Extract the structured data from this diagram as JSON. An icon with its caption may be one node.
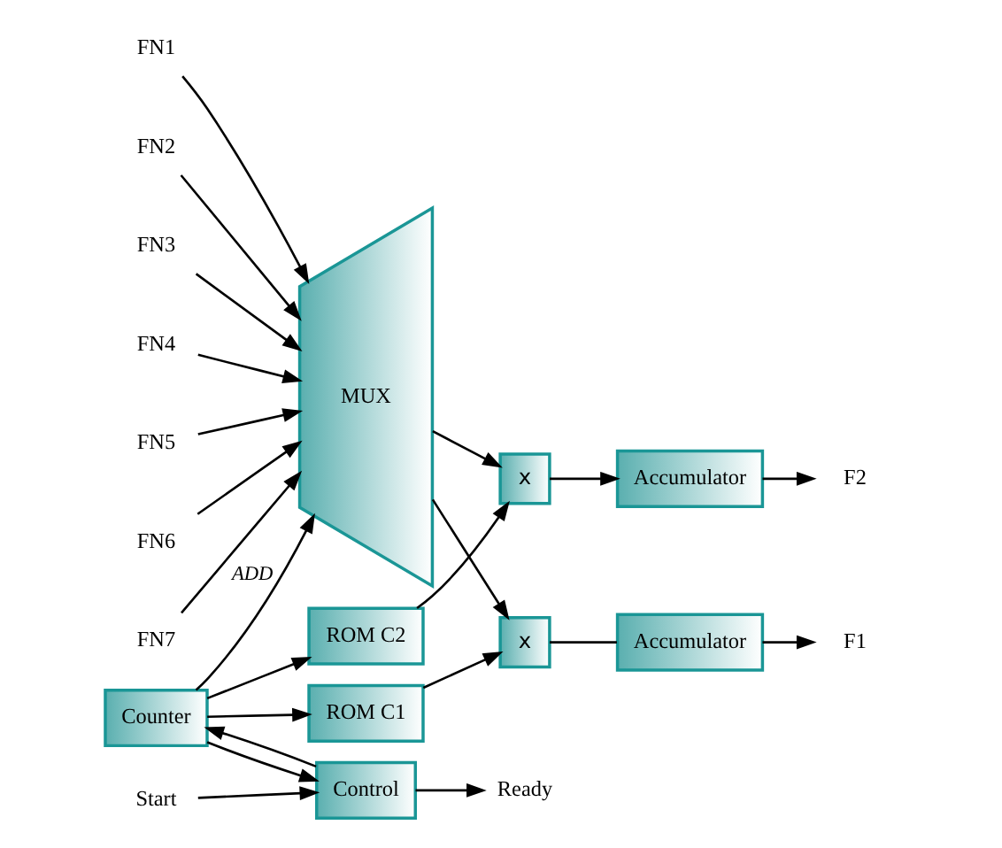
{
  "diagram": {
    "nodes": [
      {
        "text": [
          "FN1"
        ]
      },
      {
        "text": [
          "FN2"
        ]
      },
      {
        "text": [
          "FN3"
        ]
      },
      {
        "text": [
          "FN4"
        ]
      },
      {
        "text": [
          "FN5"
        ]
      },
      {
        "text": [
          "FN6"
        ]
      },
      {
        "text": [
          "FN7"
        ]
      },
      {
        "text": [
          "MUX"
        ]
      },
      {
        "text": [
          "x"
        ]
      },
      {
        "text": [
          "Accumulator"
        ]
      },
      {
        "text": [
          "F1"
        ]
      },
      {
        "text": [
          "x"
        ]
      },
      {
        "text": [
          "Accumulator"
        ]
      },
      {
        "text": [
          "F2"
        ]
      },
      {
        "text": [
          "ROM C1"
        ]
      },
      {
        "text": [
          "ROM C2"
        ]
      },
      {
        "text": [
          "Counter"
        ]
      },
      {
        "text": [
          "Control"
        ]
      },
      {
        "text": [
          "Start"
        ]
      },
      {
        "text": [
          "Ready"
        ]
      }
    ],
    "edges": [
      {
        "from": 0,
        "to": 7,
        "arrow": "to"
      },
      {
        "from": 1,
        "to": 7,
        "arrow": "to"
      },
      {
        "from": 2,
        "to": 7,
        "arrow": "to"
      },
      {
        "from": 3,
        "to": 7,
        "arrow": "to"
      },
      {
        "from": 4,
        "to": 7,
        "arrow": "to"
      },
      {
        "from": 5,
        "to": 7,
        "arrow": "to"
      },
      {
        "from": 6,
        "to": 7,
        "arrow": "to"
      },
      {
        "from": 7,
        "to": 8,
        "arrow": "to"
      },
      {
        "from": 7,
        "to": 11,
        "arrow": "to"
      },
      {
        "from": 8,
        "to": 9,
        "arrow": "none"
      },
      {
        "from": 9,
        "to": 10,
        "arrow": "to"
      },
      {
        "from": 11,
        "to": 12,
        "arrow": "to"
      },
      {
        "from": 12,
        "to": 13,
        "arrow": "to"
      },
      {
        "from": 14,
        "to": 8,
        "arrow": "to"
      },
      {
        "from": 15,
        "to": 11,
        "arrow": "to"
      },
      {
        "from": 16,
        "to": 7,
        "arrow": "to",
        "label": "ADD"
      },
      {
        "from": 16,
        "to": 14,
        "arrow": "to"
      },
      {
        "from": 16,
        "to": 15,
        "arrow": "to"
      },
      {
        "from": 17,
        "to": 16,
        "arrow": "to"
      },
      {
        "from": 16,
        "to": 17,
        "arrow": "to"
      },
      {
        "from": 18,
        "to": 17,
        "arrow": "to"
      },
      {
        "from": 17,
        "to": 19,
        "arrow": "to"
      }
    ]
  }
}
